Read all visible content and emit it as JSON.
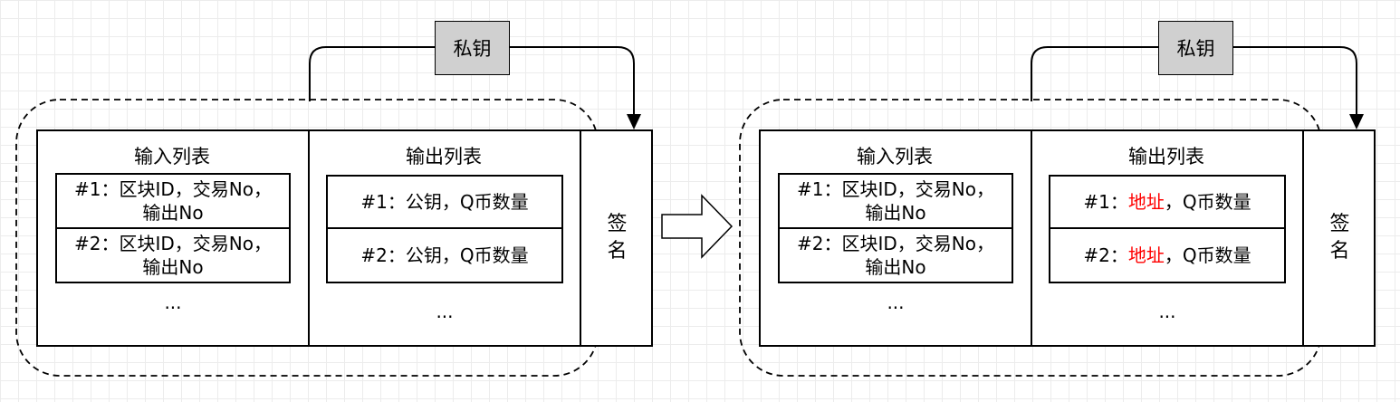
{
  "panels": [
    {
      "key_label": "私钥",
      "input_title": "输入列表",
      "inputs": [
        {
          "line1": "#1：区块ID，交易No，",
          "line2": "输出No"
        },
        {
          "line1": "#2：区块ID，交易No，",
          "line2": "输出No"
        }
      ],
      "input_more": "...",
      "output_title": "输出列表",
      "outputs": [
        {
          "prefix": "#1：",
          "highlight": "公钥",
          "suffix": "，Q币数量"
        },
        {
          "prefix": "#2：",
          "highlight": "公钥",
          "suffix": "，Q币数量"
        }
      ],
      "output_more": "...",
      "signature": [
        "签",
        "名"
      ]
    },
    {
      "key_label": "私钥",
      "input_title": "输入列表",
      "inputs": [
        {
          "line1": "#1：区块ID，交易No，",
          "line2": "输出No"
        },
        {
          "line1": "#2：区块ID，交易No，",
          "line2": "输出No"
        }
      ],
      "input_more": "...",
      "output_title": "输出列表",
      "outputs": [
        {
          "prefix": "#1：",
          "highlight": "地址",
          "suffix": "，Q币数量"
        },
        {
          "prefix": "#2：",
          "highlight": "地址",
          "suffix": "，Q币数量"
        }
      ],
      "output_more": "...",
      "signature": [
        "签",
        "名"
      ]
    }
  ],
  "colors": {
    "key_fill": "#d0d0d0",
    "highlight": "#ff0000",
    "grid": "#ececec"
  }
}
